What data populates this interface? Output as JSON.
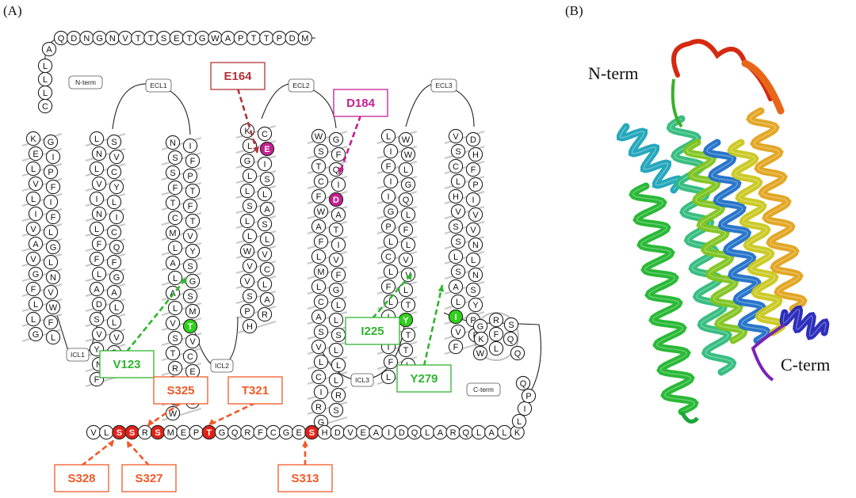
{
  "panels": {
    "a_label": "(A)",
    "b_label": "(B)"
  },
  "colors": {
    "red_site": "#e0221a",
    "magenta_site": "#c4208f",
    "green_site": "#2fd11a",
    "callout_red": "#f05a28",
    "callout_magenta": "#c4208f",
    "callout_darkred": "#b1353a",
    "callout_green": "#2fb52f"
  },
  "snake_plot": {
    "n_terminus": "N-term",
    "c_terminus": "C-term",
    "loops": {
      "ecl1": "ECL1",
      "ecl2": "ECL2",
      "ecl3": "ECL3",
      "icl1": "ICL1",
      "icl2": "ICL2",
      "icl3": "ICL3"
    },
    "n_term_sequence": [
      "C",
      "L",
      "L",
      "L",
      "A",
      "Q",
      "D",
      "N",
      "G",
      "N",
      "V",
      "T",
      "T",
      "S",
      "E",
      "T",
      "G",
      "W",
      "A",
      "P",
      "T",
      "T",
      "P",
      "D",
      "M"
    ],
    "helices": [
      [
        "K",
        "G",
        "E",
        "I",
        "L",
        "P",
        "V",
        "F",
        "L",
        "I",
        "I",
        "F",
        "V",
        "L",
        "A",
        "G",
        "V",
        "L",
        "G",
        "N",
        "F",
        "V",
        "L",
        "W",
        "L",
        "F",
        "G",
        "L"
      ],
      [
        "L",
        "S",
        "N",
        "V",
        "L",
        "C",
        "V",
        "Y",
        "I",
        "L",
        "N",
        "I",
        "L",
        "C",
        "F",
        "Q",
        "F",
        "F",
        "L",
        "G",
        "A",
        "A",
        "D",
        "L",
        "S",
        "L",
        "V",
        "V",
        "Y",
        "S",
        "N",
        "A",
        "F"
      ],
      [
        "N",
        "I",
        "S",
        "F",
        "S",
        "P",
        "F",
        "T",
        "T",
        "F",
        "C",
        "T",
        "M",
        "V",
        "L",
        "Y",
        "A",
        "S",
        "L",
        "G",
        "A",
        "S",
        "L",
        "M",
        "V",
        "T",
        "S",
        "V",
        "T",
        "C",
        "R",
        "E",
        "L",
        "V",
        "S",
        "L",
        "W"
      ],
      [
        "K",
        "C",
        "L",
        "E",
        "G",
        "I",
        "L",
        "S",
        "L",
        "L",
        "S",
        "A",
        "L",
        "S",
        "L",
        "L",
        "W",
        "V",
        "V",
        "C",
        "V",
        "L",
        "S",
        "A",
        "P",
        "R",
        "H"
      ],
      [
        "W",
        "G",
        "S",
        "F",
        "T",
        "Q",
        "C",
        "I",
        "F",
        "D",
        "W",
        "A",
        "A",
        "T",
        "F",
        "I",
        "L",
        "V",
        "M",
        "F",
        "L",
        "G",
        "C",
        "L",
        "A",
        "L",
        "S",
        "S",
        "V",
        "L",
        "L",
        "L",
        "C",
        "L",
        "I",
        "R",
        "R",
        "S",
        "G"
      ],
      [
        "L",
        "W",
        "I",
        "W",
        "F",
        "L",
        "I",
        "G",
        "I",
        "Q",
        "G",
        "L",
        "P",
        "F",
        "L",
        "L",
        "C",
        "V",
        "L",
        "V",
        "F",
        "L",
        "L",
        "T",
        "I",
        "Y",
        "L",
        "T",
        "I",
        "T",
        "F",
        "L",
        "L"
      ],
      [
        "V",
        "D",
        "S",
        "H",
        "C",
        "F",
        "L",
        "P",
        "H",
        "I",
        "V",
        "V",
        "S",
        "V",
        "S",
        "N",
        "L",
        "L",
        "S",
        "N",
        "A",
        "S",
        "L",
        "Y",
        "I",
        "P",
        "V",
        "F",
        "F"
      ]
    ],
    "helix8_sequence": [
      "G",
      "R",
      "S",
      "K",
      "F",
      "Q",
      "W",
      "L",
      "Q"
    ],
    "c_term_sequence": [
      "V",
      "L",
      "S",
      "S",
      "R",
      "S",
      "M",
      "E",
      "P",
      "T",
      "G",
      "Q",
      "R",
      "F",
      "C",
      "G",
      "E",
      "S",
      "H",
      "D",
      "V",
      "E",
      "A",
      "I",
      "D",
      "Q",
      "L",
      "A",
      "R",
      "Q",
      "L",
      "A",
      "L",
      "K",
      "L",
      "I",
      "P",
      "Q"
    ],
    "callouts": [
      {
        "label": "E164",
        "residue": "E",
        "kind": "magenta"
      },
      {
        "label": "D184",
        "residue": "D",
        "kind": "magenta"
      },
      {
        "label": "V123",
        "residue": "V",
        "kind": "green"
      },
      {
        "label": "I225",
        "residue": "I",
        "kind": "green"
      },
      {
        "label": "Y279",
        "residue": "Y",
        "kind": "green"
      },
      {
        "label": "S325",
        "residue": "S",
        "kind": "red"
      },
      {
        "label": "T321",
        "residue": "T",
        "kind": "red"
      },
      {
        "label": "S328",
        "residue": "S",
        "kind": "red"
      },
      {
        "label": "S327",
        "residue": "S",
        "kind": "red"
      },
      {
        "label": "S313",
        "residue": "S",
        "kind": "red"
      }
    ]
  },
  "structure": {
    "n_term_label": "N-term",
    "c_term_label": "C-term"
  }
}
